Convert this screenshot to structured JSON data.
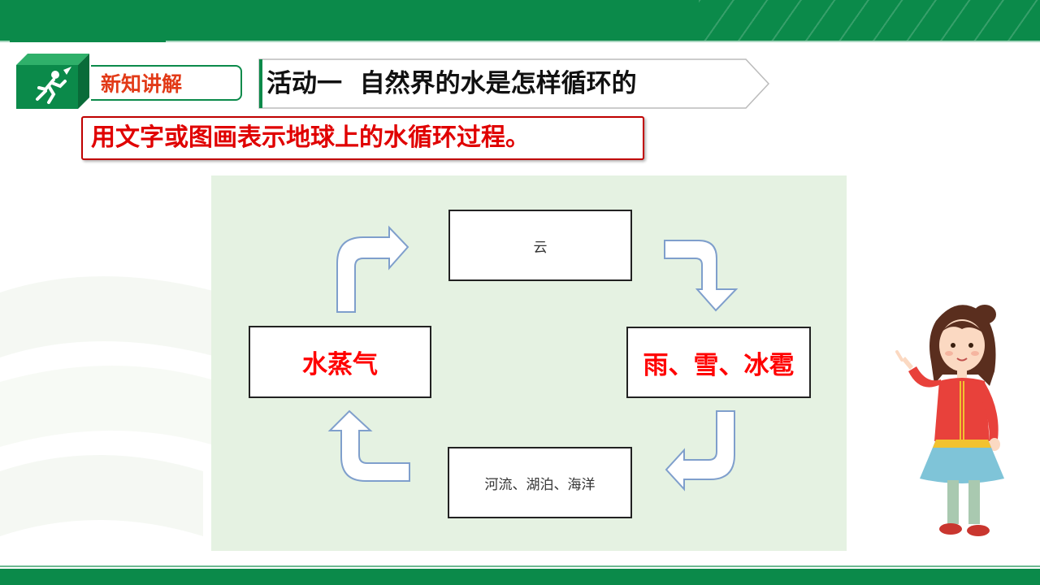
{
  "badge": {
    "label": "新知讲解"
  },
  "title": {
    "activity": "活动一",
    "text": "自然界的水是怎样循环的"
  },
  "instruction": "用文字或图画表示地球上的水循环过程。",
  "diagram": {
    "nodes": {
      "cloud": "云",
      "precipitation": "雨、雪、冰雹",
      "surface_water": "河流、湖泊、海洋",
      "vapor": "水蒸气"
    }
  },
  "colors": {
    "theme_green": "#0b8a4a",
    "answer_red": "#ff0000",
    "badge_red": "#e23a17"
  }
}
